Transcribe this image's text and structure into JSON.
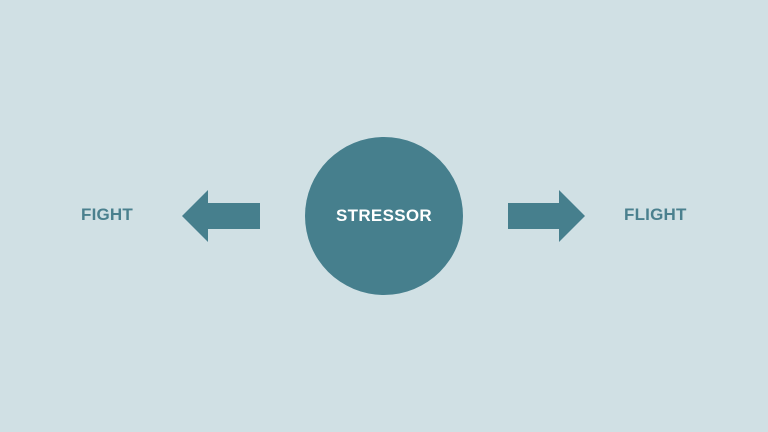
{
  "diagram": {
    "center": {
      "label": "STRESSOR",
      "shape": "circle"
    },
    "left": {
      "label": "FIGHT",
      "arrow": "arrow-left-icon"
    },
    "right": {
      "label": "FLIGHT",
      "arrow": "arrow-right-icon"
    }
  },
  "colors": {
    "background": "#d0e0e4",
    "accent": "#467f8d",
    "label_text": "#4a808e",
    "center_text": "#ffffff"
  }
}
